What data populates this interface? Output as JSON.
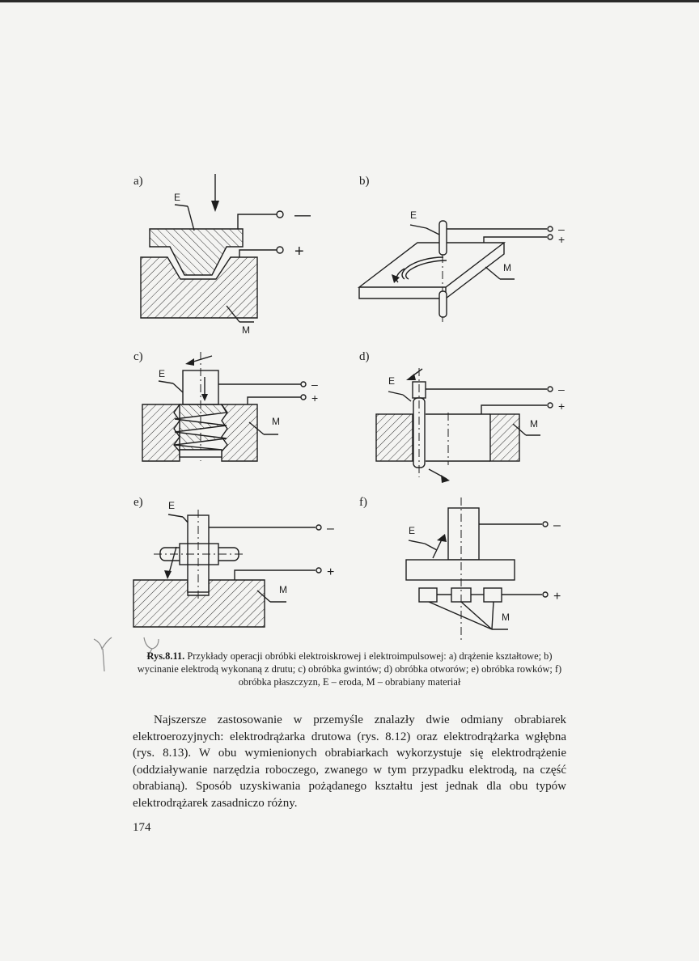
{
  "figure": {
    "panels": [
      {
        "id": "a",
        "label": "a)",
        "electrode": "E",
        "material": "M",
        "minus": "—",
        "plus": "+"
      },
      {
        "id": "b",
        "label": "b)",
        "electrode": "E",
        "material": "M",
        "minus": "–",
        "plus": "+"
      },
      {
        "id": "c",
        "label": "c)",
        "electrode": "E",
        "material": "M",
        "minus": "–",
        "plus": "+"
      },
      {
        "id": "d",
        "label": "d)",
        "electrode": "E",
        "material": "M",
        "minus": "–",
        "plus": "+"
      },
      {
        "id": "e",
        "label": "e)",
        "electrode": "E",
        "material": "M",
        "minus": "–",
        "plus": "+"
      },
      {
        "id": "f",
        "label": "f)",
        "electrode": "E",
        "material": "M",
        "minus": "–",
        "plus": "+"
      }
    ],
    "caption_lead": "Rys.8.11.",
    "caption_text": "Przykłady operacji obróbki elektroiskrowej i elektroimpulsowej: a) drążenie kształtowe; b) wycinanie elektrodą wykonaną z drutu; c) obróbka gwintów; d) obróbka otworów; e) obróbka rowków; f) obróbka płaszczyzn, E – eroda, M – obrabiany materiał"
  },
  "body": {
    "paragraph": "Najszersze zastosowanie w przemyśle znalazły dwie odmiany obrabiarek elektroerozyjnych: elektrodrążarka drutowa (rys. 8.12) oraz elektrodrążarka wgłębna (rys. 8.13). W obu wymienionych obrabiarkach wykorzystuje się elektrodrążenie (oddziaływanie narzędzia roboczego, zwanego w tym przypadku elektrodą, na część obrabianą). Sposób uzyskiwania pożądanego kształtu jest jednak dla obu typów elektrodrążarek zasadniczo różny."
  },
  "page_number": "174"
}
